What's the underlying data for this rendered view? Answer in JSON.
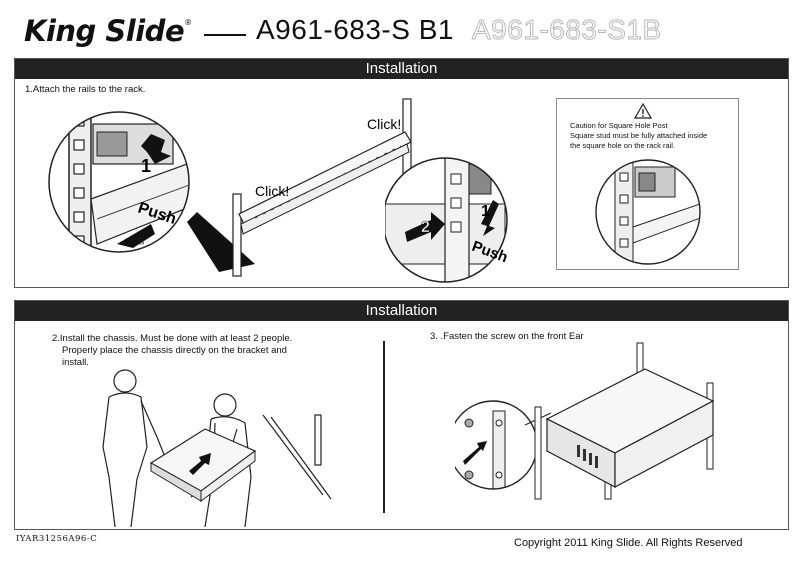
{
  "header": {
    "brand": "King Slide",
    "registered": "®",
    "model": "A961-683-S B1",
    "model_ghost": "A961-683-S1B"
  },
  "panel1": {
    "title": "Installation",
    "step1": "1.Attach the rails to the rack.",
    "callouts": {
      "click_left": "Click!",
      "click_right": "Click!",
      "num_1": "1",
      "num_2": "2",
      "push": "Push",
      "num_1b": "1",
      "num_2b": "2",
      "push_b": "Push"
    },
    "caution": {
      "icon": "warning-triangle-icon",
      "line1": "Caution for Square Hole Post",
      "line2": "Square stud must be fully attached inside",
      "line3": "the square hole on the rack rail."
    }
  },
  "panel2": {
    "title": "Installation",
    "step2_line1": "2.Install the chassis. Must be done with at least 2 people.",
    "step2_line2": "Properly place the chassis directly on the bracket and",
    "step2_line3": "install.",
    "step3": "3. .Fasten the screw on the front Ear"
  },
  "footer": {
    "code": "IYAR31256A96-C",
    "copyright": "Copyright 2011 King Slide. All Rights Reserved"
  }
}
